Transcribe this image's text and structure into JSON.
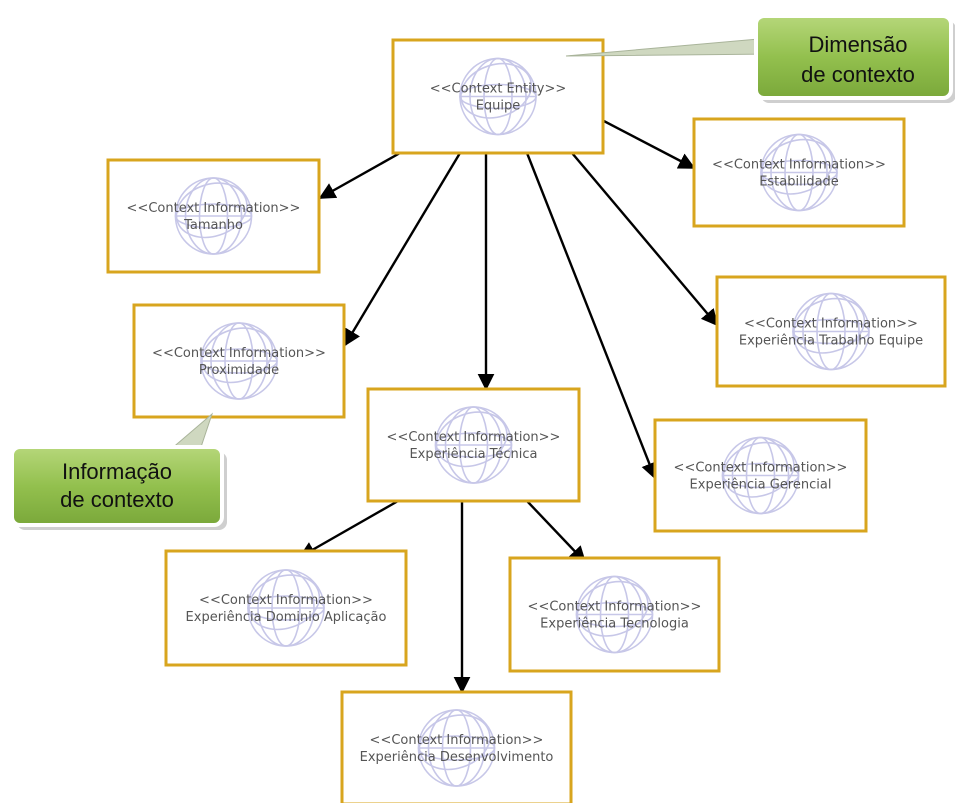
{
  "nodes": [
    {
      "id": "equipe",
      "stereotype": "<<Context Entity>>",
      "name": "Equipe"
    },
    {
      "id": "tamanho",
      "stereotype": "<<Context Information>>",
      "name": "Tamanho"
    },
    {
      "id": "estabilidade",
      "stereotype": "<<Context Information>>",
      "name": "Estabilidade"
    },
    {
      "id": "proximidade",
      "stereotype": "<<Context Information>>",
      "name": "Proximidade"
    },
    {
      "id": "exp-trabalho-equipe",
      "stereotype": "<<Context Information>>",
      "name": "Experiência Trabalho Equipe"
    },
    {
      "id": "exp-tecnica",
      "stereotype": "<<Context Information>>",
      "name": "Experiência Técnica"
    },
    {
      "id": "exp-gerencial",
      "stereotype": "<<Context Information>>",
      "name": "Experiência Gerencial"
    },
    {
      "id": "exp-dominio-aplicacao",
      "stereotype": "<<Context Information>>",
      "name": "Experiência Dominio Aplicação"
    },
    {
      "id": "exp-tecnologia",
      "stereotype": "<<Context Information>>",
      "name": "Experiência Tecnologia"
    },
    {
      "id": "exp-desenvolvimento",
      "stereotype": "<<Context Information>>",
      "name": "Experiência Desenvolvimento"
    }
  ],
  "edges": [
    {
      "from": "equipe",
      "to": "tamanho"
    },
    {
      "from": "equipe",
      "to": "estabilidade"
    },
    {
      "from": "equipe",
      "to": "proximidade"
    },
    {
      "from": "equipe",
      "to": "exp-tecnica"
    },
    {
      "from": "equipe",
      "to": "exp-trabalho-equipe"
    },
    {
      "from": "equipe",
      "to": "exp-gerencial"
    },
    {
      "from": "exp-tecnica",
      "to": "exp-dominio-aplicacao"
    },
    {
      "from": "exp-tecnica",
      "to": "exp-desenvolvimento"
    },
    {
      "from": "exp-tecnica",
      "to": "exp-tecnologia"
    }
  ],
  "callouts": [
    {
      "id": "dimensao",
      "lines": [
        "Dimensão",
        "de contexto"
      ],
      "points_to": "equipe"
    },
    {
      "id": "informacao",
      "lines": [
        "Informação",
        "de contexto"
      ],
      "points_to": "proximidade"
    }
  ],
  "colors": {
    "box_border": "#d8a51e",
    "callout_fill": "#8fbc4a",
    "globe": "#c7c7e8",
    "arrow": "#000000"
  }
}
